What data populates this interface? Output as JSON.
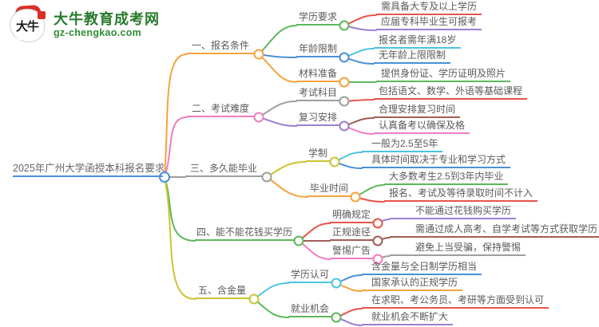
{
  "logo": {
    "icon_text": "大牛",
    "title": "大牛教育成考网",
    "subtitle": "gz-chengkao.com"
  },
  "colors": {
    "blue": "#4a90d9",
    "cyan": "#4ec3de",
    "green": "#5cb85c",
    "olive": "#c9c431",
    "orange": "#f5a33d",
    "red": "#e8544a",
    "purple": "#9c7fd4",
    "brown": "#a05d56",
    "gray": "#9e9e9e",
    "pink": "#f07cc0",
    "logo_green": "#267a2b",
    "logo_sub_green": "#2f8f35",
    "logo_red": "#d93025"
  },
  "mindmap": {
    "central": "2025年广州大学函授本科报名要求",
    "branches": [
      {
        "label": "一、报名条件",
        "children": [
          {
            "label": "学历要求",
            "children": [
              {
                "label": "需具备大专及以上学历"
              },
              {
                "label": "应届专科毕业生可报考"
              }
            ]
          },
          {
            "label": "年龄限制",
            "children": [
              {
                "label": "报名者需年满18岁"
              },
              {
                "label": "无年龄上限限制"
              }
            ]
          },
          {
            "label": "材料准备",
            "children": [
              {
                "label": "提供身份证、学历证明及照片"
              }
            ]
          }
        ]
      },
      {
        "label": "二、考试难度",
        "children": [
          {
            "label": "考试科目",
            "children": [
              {
                "label": "包括语文、数学、外语等基础课程"
              }
            ]
          },
          {
            "label": "复习安排",
            "children": [
              {
                "label": "合理安排复习时间"
              },
              {
                "label": "认真备考以确保及格"
              }
            ]
          }
        ]
      },
      {
        "label": "三、多久能毕业",
        "children": [
          {
            "label": "学制",
            "children": [
              {
                "label": "一般为2.5至5年"
              },
              {
                "label": "具体时间取决于专业和学习方式"
              }
            ]
          },
          {
            "label": "毕业时间",
            "children": [
              {
                "label": "大多数考生2.5到3年内毕业"
              },
              {
                "label": "报名、考试及等待录取时间不计入"
              }
            ]
          }
        ]
      },
      {
        "label": "四、能不能花钱买学历",
        "children": [
          {
            "label": "明确规定",
            "children": [
              {
                "label": "不能通过花钱购买学历"
              }
            ]
          },
          {
            "label": "正规途径",
            "children": [
              {
                "label": "需通过成人高考、自学考试等方式获取学历"
              }
            ]
          },
          {
            "label": "警惕广告",
            "children": [
              {
                "label": "避免上当受骗，保持警惕"
              }
            ]
          }
        ]
      },
      {
        "label": "五、含金量",
        "children": [
          {
            "label": "学历认可",
            "children": [
              {
                "label": "含金量与全日制学历相当"
              },
              {
                "label": "国家承认的正规学历"
              }
            ]
          },
          {
            "label": "就业机会",
            "children": [
              {
                "label": "在求职、考公务员、考研等方面受到认可"
              },
              {
                "label": "就业机会不断扩大"
              }
            ]
          }
        ]
      }
    ]
  }
}
